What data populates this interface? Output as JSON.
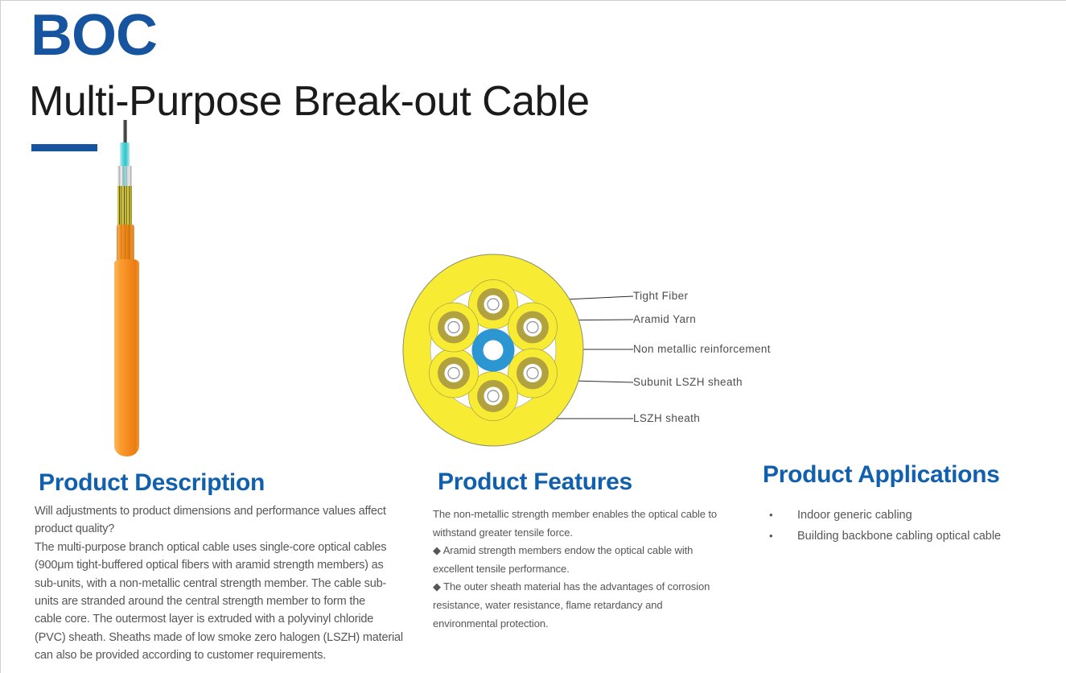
{
  "header": {
    "brand": "BOC",
    "title": "Multi-Purpose Break-out Cable",
    "accent_color": "#17549F"
  },
  "diagram": {
    "callouts": [
      "Tight Fiber",
      "Aramid Yarn",
      "Non metallic reinforcement",
      "Subunit LSZH sheath",
      "LSZH sheath"
    ],
    "colors": {
      "sheath_yellow": "#F7EC33",
      "aramid_olive": "#B2A23F",
      "reinforcement_blue": "#2B96D2",
      "jacket_orange": "#F68B1F",
      "buffer_cyan": "#2FC4CB"
    },
    "subunit_count": 6
  },
  "sections": {
    "description": {
      "heading": "Product Description",
      "lines": [
        "Will adjustments to product dimensions and performance values affect",
        "product quality?",
        "The multi-purpose branch optical cable uses single-core optical cables",
        "(900μm tight-buffered optical fibers with aramid strength members) as",
        "sub-units, with a non-metallic central strength member. The cable sub-",
        "units are stranded around the central strength member to form the",
        "cable core. The outermost layer is extruded with a polyvinyl chloride",
        "(PVC) sheath. Sheaths made of low smoke zero halogen (LSZH) material",
        "can also be provided according to customer requirements."
      ]
    },
    "features": {
      "heading": "Product Features",
      "lines": [
        "The non-metallic strength member enables the optical cable to",
        "withstand greater tensile force.",
        "◆ Aramid strength members endow the optical cable with",
        "excellent tensile performance.",
        "◆ The outer sheath material has the advantages of corrosion",
        "resistance, water resistance, flame retardancy and",
        "environmental protection."
      ]
    },
    "applications": {
      "heading": "Product Applications",
      "bullet": "•",
      "items": [
        "Indoor generic cabling",
        "Building backbone cabling optical cable"
      ]
    }
  }
}
